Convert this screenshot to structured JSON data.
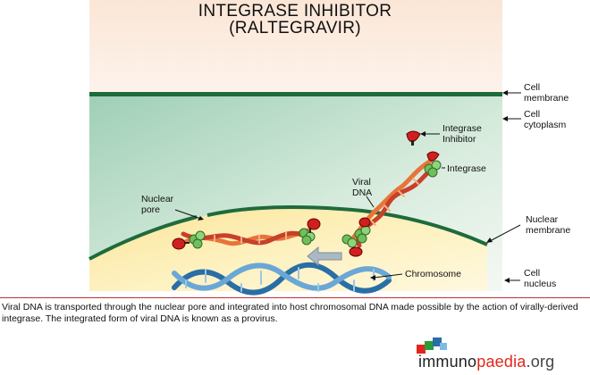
{
  "title": {
    "line1": "INTEGRASE INHIBITOR",
    "line2": "(RALTEGRAVIR)"
  },
  "labels": {
    "cell_membrane": [
      "Cell",
      "membrane"
    ],
    "cell_cytoplasm": [
      "Cell",
      "cytoplasm"
    ],
    "integrase_inhibitor": [
      "Integrase",
      "Inhibitor"
    ],
    "integrase": "Integrase",
    "viral_dna": [
      "Viral",
      "DNA"
    ],
    "nuclear_pore": [
      "Nuclear",
      "pore"
    ],
    "nuclear_membrane": [
      "Nuclear",
      "membrane"
    ],
    "chromosome": "Chromosome",
    "cell_nucleus": [
      "Cell",
      "nucleus"
    ]
  },
  "caption": "Viral DNA is transported through the nuclear pore and integrated into host chromosomal DNA made possible by the action of virally-derived integrase. The integrated form of viral DNA is known as a provirus.",
  "logo": {
    "part1": "immuno",
    "part2": "paedia",
    "part3": ".org"
  },
  "colors": {
    "membrane": "#1e6b3c",
    "viral_dna": "#e8743a",
    "chromosome": "#2a6ea6",
    "inhibitor": "#d11f1f",
    "integrase": "#6fbf5a",
    "arrow": "#aab9c4"
  }
}
